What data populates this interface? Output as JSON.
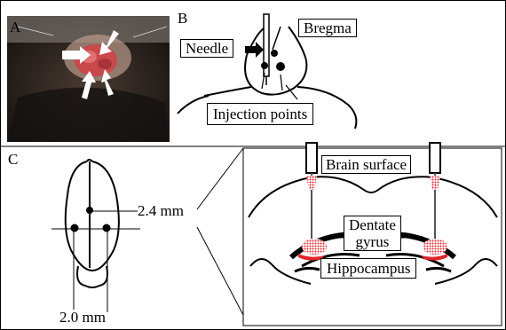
{
  "panels": {
    "a": {
      "letter": "A"
    },
    "b": {
      "letter": "B",
      "needle_label": "Needle",
      "bregma_label": "Bregma",
      "injection_label": "Injection points"
    },
    "c": {
      "letter": "C",
      "ap_measure": "2.4 mm",
      "ml_measure": "2.0 mm",
      "brain_surface_label": "Brain surface",
      "dentate_label_line1": "Dentate",
      "dentate_label_line2": "gyrus",
      "hippocampus_label": "Hippocampus"
    }
  },
  "colors": {
    "frame": "#000000",
    "injection_red": "#e0242c",
    "photo_dark": "#2a2420",
    "photo_skin": "#c9484a"
  }
}
